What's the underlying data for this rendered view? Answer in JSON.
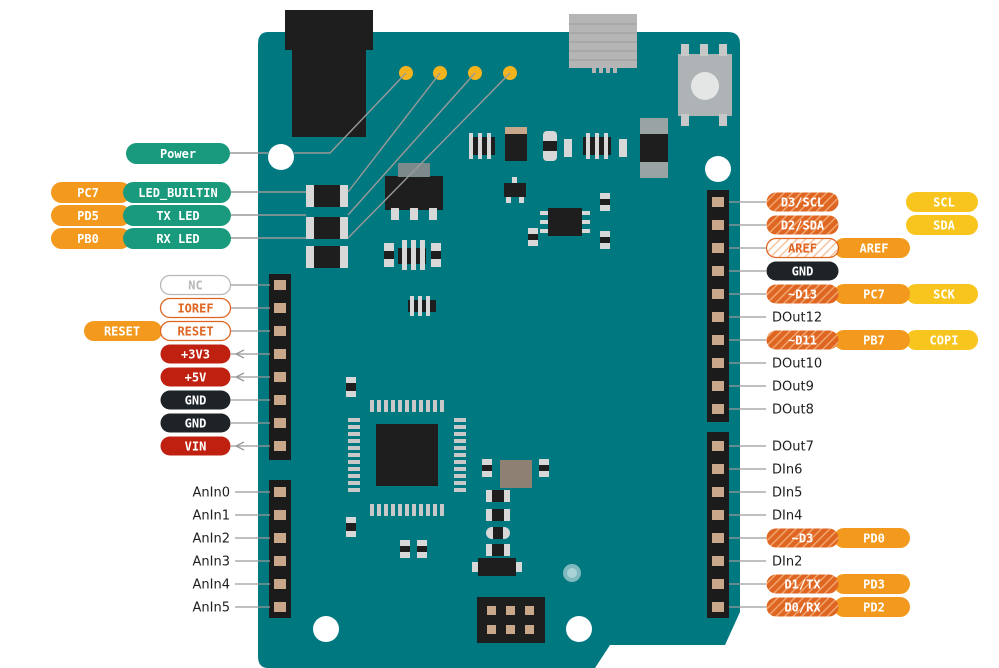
{
  "colors": {
    "board": "#00787f",
    "board_dark": "#005c61",
    "header_black": "#1b1b1b",
    "pin_gold": "#c9a78a",
    "component_dark": "#1e1e1e",
    "component_grey": "#7d8a8c",
    "pad_light": "#d8d8d8",
    "teal_label": "#1a9a7c",
    "orange_label": "#f39a1e",
    "red_label": "#c0200f",
    "dark_label": "#1d2327",
    "deep_orange_label": "#de6522",
    "yellow_label": "#f7c51e",
    "grey_outline": "#b8b8b8",
    "leader": "#9a9a9a"
  },
  "board_parts": {
    "connector_labels": [
      "power-jack",
      "usb-port",
      "reset-button",
      "microcontroller",
      "voltage-regulator",
      "crystal",
      "icsp-header"
    ]
  },
  "left_top": [
    {
      "pin": "Power",
      "color": "teal",
      "outline": false
    },
    {
      "pin": "LED_BUILTIN",
      "color": "teal",
      "outline": false,
      "port": "PC7"
    },
    {
      "pin": "TX LED",
      "color": "teal",
      "outline": false,
      "port": "PD5"
    },
    {
      "pin": "RX LED",
      "color": "teal",
      "outline": false,
      "port": "PB0"
    }
  ],
  "left_power": [
    {
      "pin": "NC",
      "style": "grey-outline"
    },
    {
      "pin": "IOREF",
      "style": "orange-outline"
    },
    {
      "pin": "RESET",
      "style": "orange-outline",
      "extra": "RESET"
    },
    {
      "pin": "+3V3",
      "style": "red"
    },
    {
      "pin": "+5V",
      "style": "red"
    },
    {
      "pin": "GND",
      "style": "dark"
    },
    {
      "pin": "GND",
      "style": "dark"
    },
    {
      "pin": "VIN",
      "style": "red"
    }
  ],
  "left_analog": [
    "AnIn0",
    "AnIn1",
    "AnIn2",
    "AnIn3",
    "AnIn4",
    "AnIn5"
  ],
  "right_top": [
    {
      "pin": "D3/SCL",
      "style": "orange",
      "alt": [
        {
          "text": "SCL",
          "style": "yellow"
        }
      ]
    },
    {
      "pin": "D2/SDA",
      "style": "orange",
      "alt": [
        {
          "text": "SDA",
          "style": "yellow"
        }
      ]
    },
    {
      "pin": "AREF",
      "style": "hatched-outline",
      "alt": [
        {
          "text": "AREF",
          "style": "light-orange"
        }
      ]
    },
    {
      "pin": "GND",
      "style": "dark",
      "alt": []
    },
    {
      "pin": "~D13",
      "style": "orange",
      "alt": [
        {
          "text": "PC7",
          "style": "light-orange"
        },
        {
          "text": "SCK",
          "style": "yellow"
        }
      ]
    },
    {
      "pin": "DOut12",
      "style": "plain",
      "alt": []
    },
    {
      "pin": "~D11",
      "style": "orange",
      "alt": [
        {
          "text": "PB7",
          "style": "light-orange"
        },
        {
          "text": "COPI",
          "style": "yellow"
        }
      ]
    },
    {
      "pin": "DOut10",
      "style": "plain",
      "alt": []
    },
    {
      "pin": "DOut9",
      "style": "plain",
      "alt": []
    },
    {
      "pin": "DOut8",
      "style": "plain",
      "alt": []
    }
  ],
  "right_bottom": [
    {
      "pin": "DOut7",
      "style": "plain",
      "alt": []
    },
    {
      "pin": "DIn6",
      "style": "plain",
      "alt": []
    },
    {
      "pin": "DIn5",
      "style": "plain",
      "alt": []
    },
    {
      "pin": "DIn4",
      "style": "plain",
      "alt": []
    },
    {
      "pin": "~D3",
      "style": "orange",
      "alt": [
        {
          "text": "PD0",
          "style": "light-orange"
        }
      ]
    },
    {
      "pin": "DIn2",
      "style": "plain",
      "alt": []
    },
    {
      "pin": "D1/TX",
      "style": "orange",
      "alt": [
        {
          "text": "PD3",
          "style": "light-orange"
        }
      ]
    },
    {
      "pin": "D0/RX",
      "style": "orange",
      "alt": [
        {
          "text": "PD2",
          "style": "light-orange"
        }
      ]
    }
  ]
}
